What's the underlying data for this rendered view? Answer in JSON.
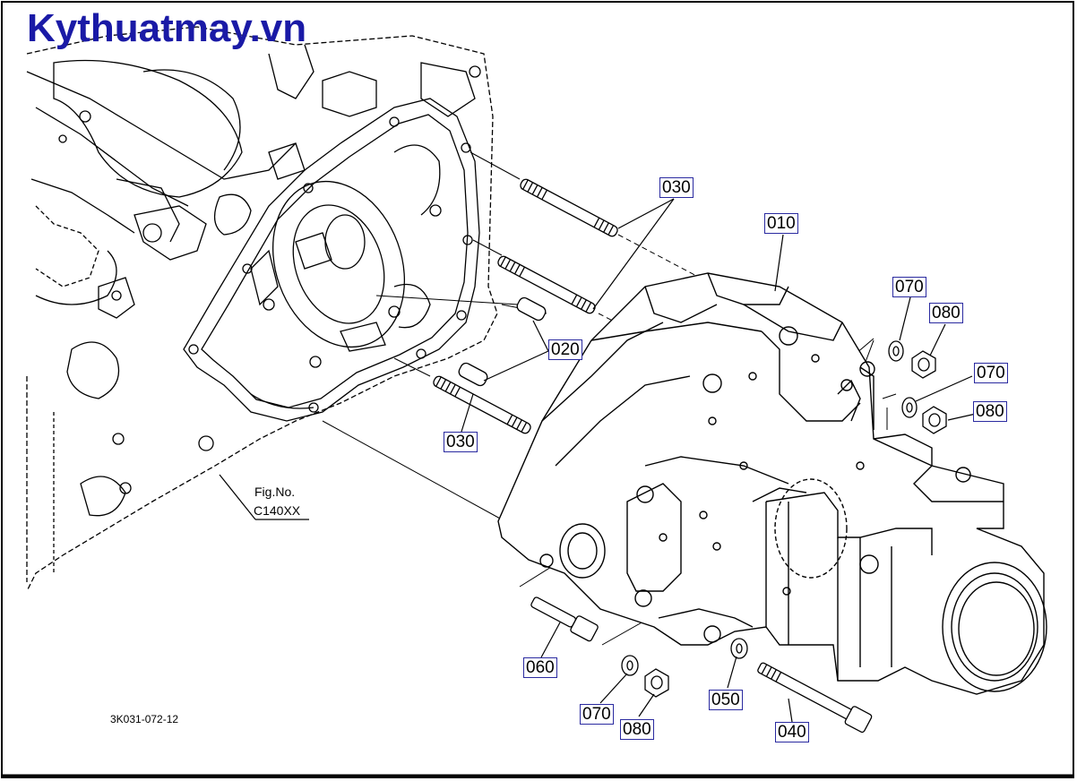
{
  "watermark": "Kythuatmay.vn",
  "callouts": [
    {
      "id": "c010",
      "label": "010"
    },
    {
      "id": "c020",
      "label": "020"
    },
    {
      "id": "c030a",
      "label": "030"
    },
    {
      "id": "c030b",
      "label": "030"
    },
    {
      "id": "c040",
      "label": "040"
    },
    {
      "id": "c050",
      "label": "050"
    },
    {
      "id": "c060",
      "label": "060"
    },
    {
      "id": "c070a",
      "label": "070"
    },
    {
      "id": "c070b",
      "label": "070"
    },
    {
      "id": "c070c",
      "label": "070"
    },
    {
      "id": "c080a",
      "label": "080"
    },
    {
      "id": "c080b",
      "label": "080"
    },
    {
      "id": "c080c",
      "label": "080"
    }
  ],
  "figure_ref": {
    "line1": "Fig.No.",
    "line2": "C140XX"
  },
  "drawing_number": "3K031-072-12",
  "colors": {
    "watermark": "#1a1aa6",
    "callout_border": "#2a2aa0",
    "line": "#000000"
  }
}
